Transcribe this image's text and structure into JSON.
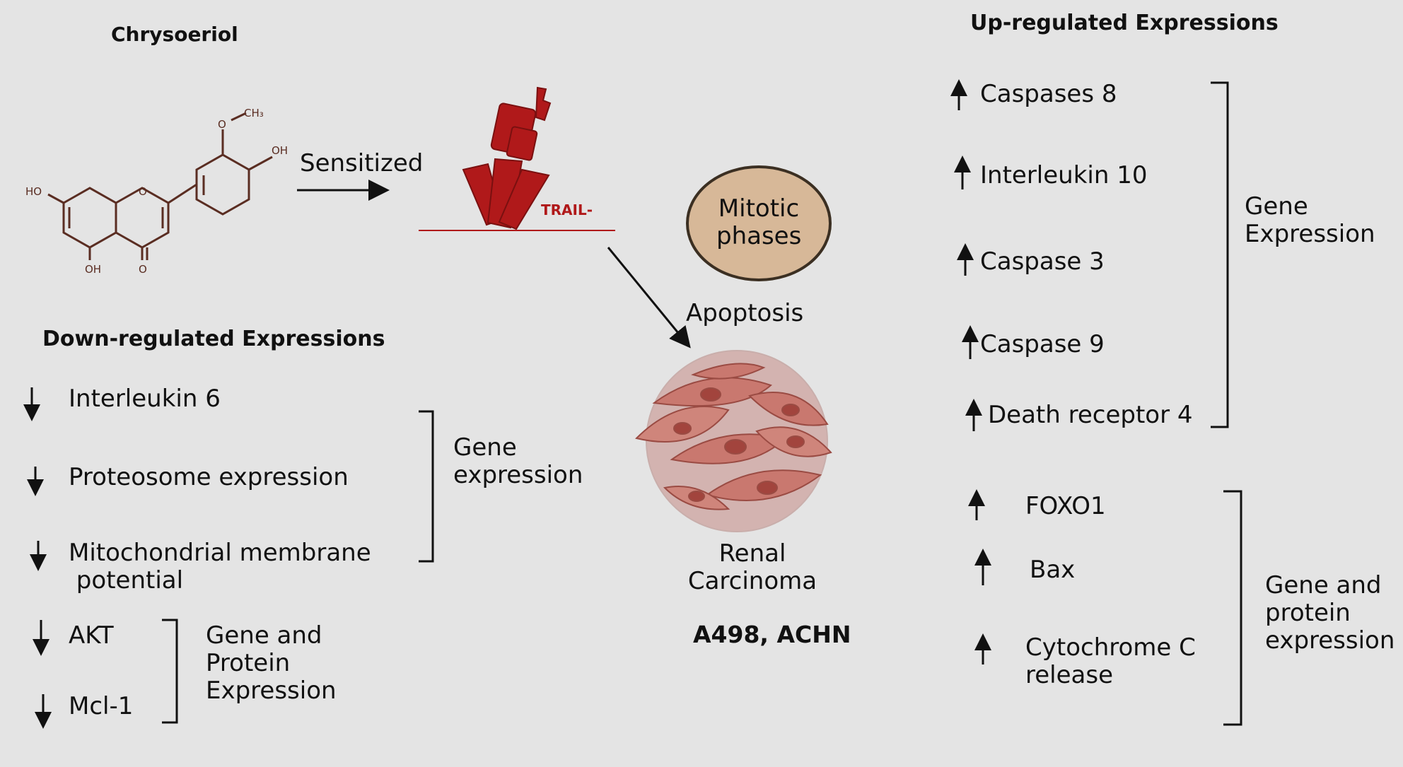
{
  "compound": {
    "name": "Chrysoeriol",
    "labels": {
      "ho_left": "HO",
      "oh_right": "OH",
      "oh_bottom": "OH",
      "ketone_o": "O",
      "ring_o": "O",
      "methoxy_o": "O",
      "methyl": "CH₃"
    }
  },
  "sensitized": "Sensitized",
  "trail": "TRAIL-",
  "mitotic": {
    "line1": "Mitotic",
    "line2": "phases"
  },
  "apoptosis": "Apoptosis",
  "renal": {
    "line1": "Renal",
    "line2": "Carcinoma",
    "cells": "A498, ACHN"
  },
  "down": {
    "title": "Down-regulated Expressions",
    "items": [
      "Interleukin 6",
      "Proteosome expression",
      "Mitochondrial membrane",
      " potential",
      "AKT",
      "Mcl-1"
    ],
    "group1": {
      "line1": "Gene",
      "line2": "expression"
    },
    "group2": {
      "line1": "Gene and",
      "line2": "Protein",
      "line3": "Expression"
    }
  },
  "up": {
    "title": "Up-regulated Expressions",
    "items": [
      "Caspases 8",
      "Interleukin 10",
      "Caspase 3",
      "Caspase 9",
      "Death receptor 4",
      "FOXO1",
      "Bax",
      "Cytochrome C",
      "release"
    ],
    "group1": {
      "line1": "Gene",
      "line2": "Expression"
    },
    "group2": {
      "line1": "Gene and",
      "line2": "protein",
      "line3": "expression"
    }
  },
  "colors": {
    "background": "#e4e4e4",
    "trail": "#b0191a",
    "cell": "#c9786f",
    "nucleus": "#a2443d",
    "mitotic_fill": "#d7b898",
    "mitotic_stroke": "#3b2f22",
    "structure": "#5a2d22"
  }
}
